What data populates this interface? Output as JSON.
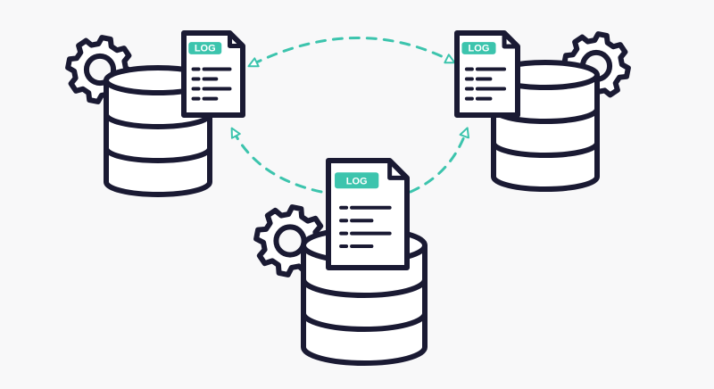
{
  "colors": {
    "background": "#f8f8f9",
    "stroke": "#1a1a33",
    "fill": "#ffffff",
    "accent": "#3cc4ad"
  },
  "nodes": [
    {
      "id": "left",
      "icons": [
        "gear-icon",
        "database-icon",
        "log-file-icon"
      ],
      "log_label": "LOG"
    },
    {
      "id": "right",
      "icons": [
        "gear-icon",
        "database-icon",
        "log-file-icon"
      ],
      "log_label": "LOG"
    },
    {
      "id": "bottom",
      "icons": [
        "gear-icon",
        "database-icon",
        "log-file-icon"
      ],
      "log_label": "LOG"
    }
  ],
  "connections": [
    {
      "from": "left",
      "to": "right",
      "style": "dashed",
      "arrows": "both"
    },
    {
      "from": "bottom",
      "to": "left",
      "style": "dashed",
      "arrows": "end"
    },
    {
      "from": "bottom",
      "to": "right",
      "style": "dashed",
      "arrows": "end"
    }
  ]
}
